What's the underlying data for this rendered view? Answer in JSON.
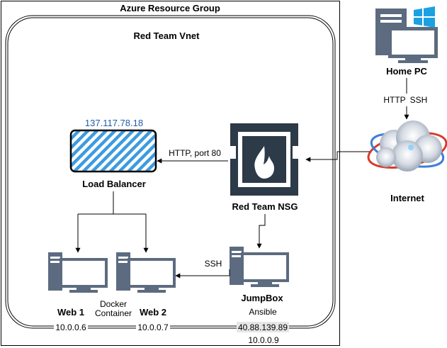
{
  "resource_group": {
    "title": "Azure Resource Group"
  },
  "vnet": {
    "title": "Red Team Vnet"
  },
  "load_balancer": {
    "ip": "137.117.78.18",
    "label": "Load Balancer"
  },
  "nsg": {
    "label": "Red Team NSG"
  },
  "home_pc": {
    "label": "Home PC"
  },
  "internet": {
    "label": "Internet"
  },
  "web1": {
    "label": "Web 1",
    "ip": "10.0.0.6"
  },
  "web2": {
    "label": "Web 2",
    "ip": "10.0.0.7"
  },
  "jumpbox": {
    "label": "JumpBox",
    "sublabel": "Ansible",
    "public_ip": "40.88.139.89",
    "ip": "10.0.0.9"
  },
  "docker": {
    "line1": "Docker",
    "line2": "Container"
  },
  "edges": {
    "nsg_to_lb": "HTTP, port 80",
    "home_http": "HTTP",
    "home_ssh": "SSH",
    "jump_to_web": "SSH"
  },
  "colors": {
    "ip_blue": "#1f5fa8",
    "stripe_blue": "#3d9be0",
    "server_gray": "#5c6b7f",
    "screen_blue": "#4a7fc1",
    "nsg_dark": "#2d3a48",
    "windows_blue": "#1ba1e2"
  }
}
